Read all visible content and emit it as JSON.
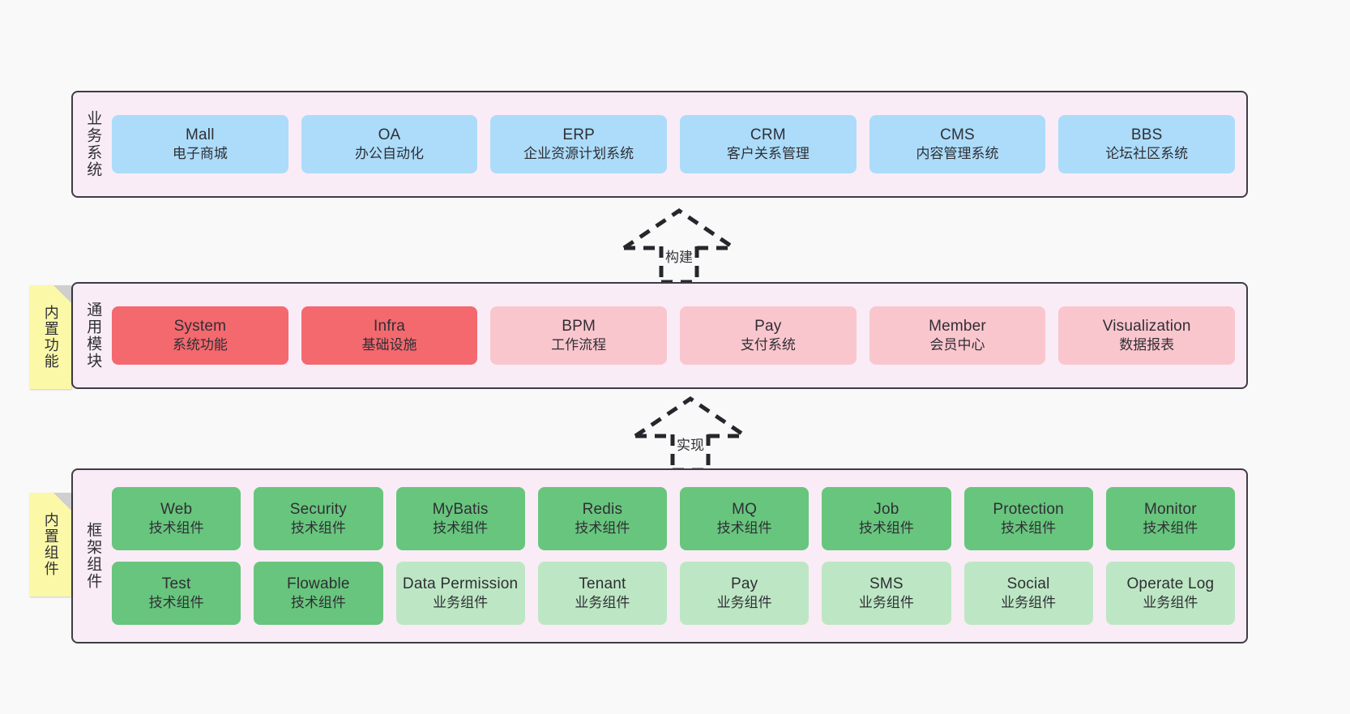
{
  "layers": [
    {
      "id": "business",
      "title": "业务系统",
      "rows": [
        {
          "nodes": [
            {
              "en": "Mall",
              "cn": "电子商城",
              "color": "blue"
            },
            {
              "en": "OA",
              "cn": "办公自动化",
              "color": "blue"
            },
            {
              "en": "ERP",
              "cn": "企业资源计划系统",
              "color": "blue"
            },
            {
              "en": "CRM",
              "cn": "客户关系管理",
              "color": "blue"
            },
            {
              "en": "CMS",
              "cn": "内容管理系统",
              "color": "blue"
            },
            {
              "en": "BBS",
              "cn": "论坛社区系统",
              "color": "blue"
            }
          ]
        }
      ]
    },
    {
      "id": "modules",
      "title": "通用模块",
      "rows": [
        {
          "nodes": [
            {
              "en": "System",
              "cn": "系统功能",
              "color": "red"
            },
            {
              "en": "Infra",
              "cn": "基础设施",
              "color": "red"
            },
            {
              "en": "BPM",
              "cn": "工作流程",
              "color": "pink"
            },
            {
              "en": "Pay",
              "cn": "支付系统",
              "color": "pink"
            },
            {
              "en": "Member",
              "cn": "会员中心",
              "color": "pink"
            },
            {
              "en": "Visualization",
              "cn": "数据报表",
              "color": "pink"
            }
          ]
        }
      ]
    },
    {
      "id": "frame",
      "title": "框架组件",
      "rows": [
        {
          "nodes": [
            {
              "en": "Web",
              "cn": "技术组件",
              "color": "green"
            },
            {
              "en": "Security",
              "cn": "技术组件",
              "color": "green"
            },
            {
              "en": "MyBatis",
              "cn": "技术组件",
              "color": "green"
            },
            {
              "en": "Redis",
              "cn": "技术组件",
              "color": "green"
            },
            {
              "en": "MQ",
              "cn": "技术组件",
              "color": "green"
            },
            {
              "en": "Job",
              "cn": "技术组件",
              "color": "green"
            },
            {
              "en": "Protection",
              "cn": "技术组件",
              "color": "green"
            },
            {
              "en": "Monitor",
              "cn": "技术组件",
              "color": "green"
            }
          ]
        },
        {
          "nodes": [
            {
              "en": "Test",
              "cn": "技术组件",
              "color": "green"
            },
            {
              "en": "Flowable",
              "cn": "技术组件",
              "color": "green"
            },
            {
              "en": "Data Permission",
              "cn": "业务组件",
              "color": "lightgreen"
            },
            {
              "en": "Tenant",
              "cn": "业务组件",
              "color": "lightgreen"
            },
            {
              "en": "Pay",
              "cn": "业务组件",
              "color": "lightgreen"
            },
            {
              "en": "SMS",
              "cn": "业务组件",
              "color": "lightgreen"
            },
            {
              "en": "Social",
              "cn": "业务组件",
              "color": "lightgreen"
            },
            {
              "en": "Operate Log",
              "cn": "业务组件",
              "color": "lightgreen"
            }
          ]
        }
      ]
    }
  ],
  "sticky_notes": [
    {
      "id": "functions",
      "label": "内置功能"
    },
    {
      "id": "components",
      "label": "内置组件"
    }
  ],
  "connectors": [
    {
      "id": "build",
      "label": "构建"
    },
    {
      "id": "realize",
      "label": "实现"
    }
  ],
  "colors": {
    "blue": "#ACDCFA",
    "red": "#F3696E",
    "pink": "#FAC6CE",
    "green": "#68C57D",
    "lightgreen": "#BDE7C4",
    "layer_bg": "#f9ecf6",
    "sticky": "#FBF8A8",
    "border": "#3d3d45",
    "canvas_bg": "#f9f9f9"
  }
}
